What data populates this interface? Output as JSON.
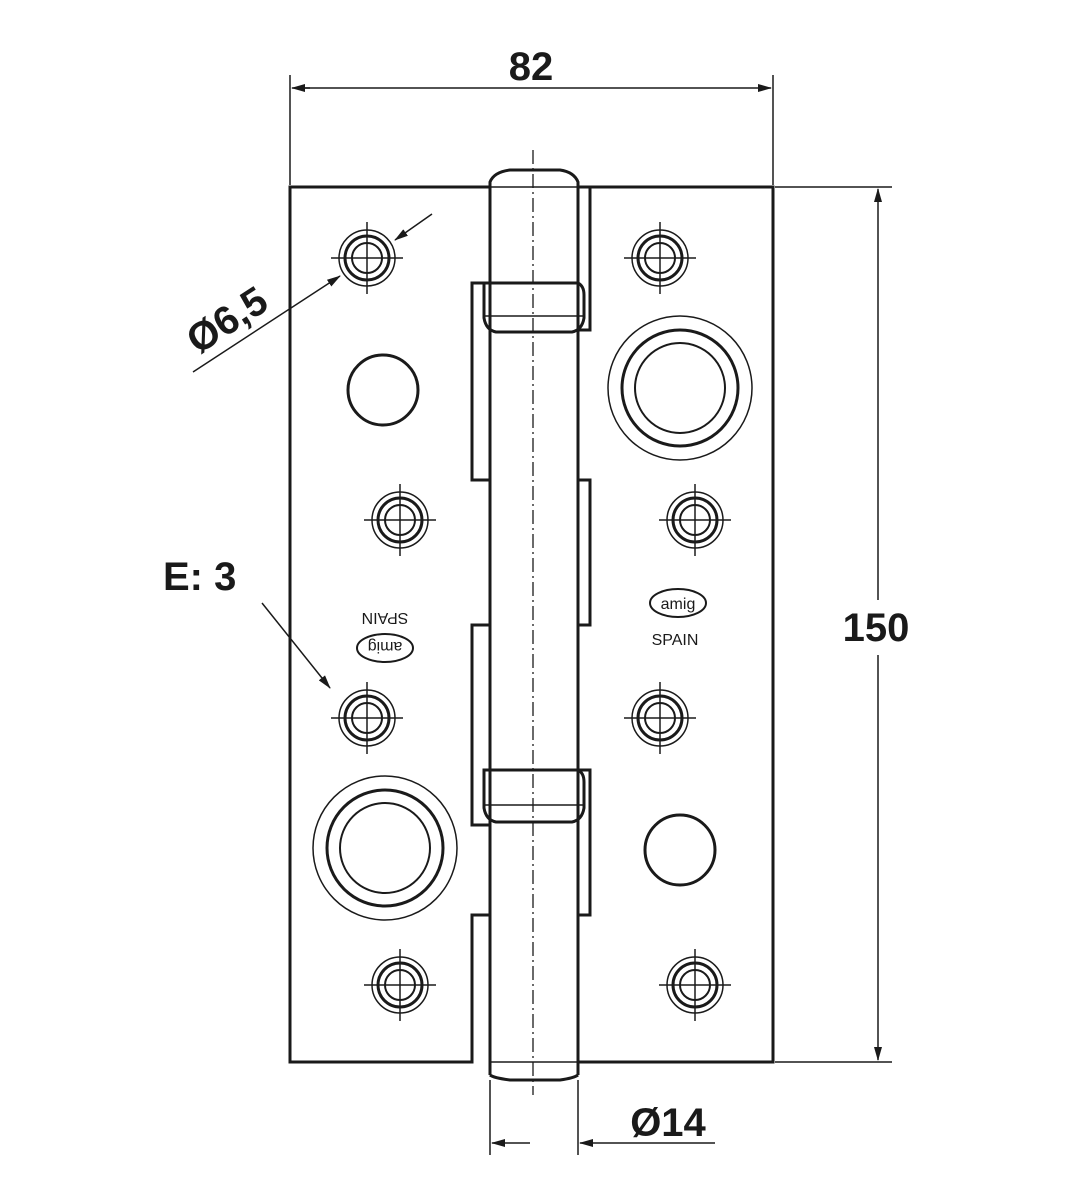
{
  "drawing": {
    "width_label": "82",
    "height_label": "150",
    "pin_diameter_label": "Ø14",
    "hole_diameter_label": "Ø6,5",
    "thickness_label": "E: 3",
    "logo_brand": "amig",
    "logo_country": "SPAIN"
  }
}
